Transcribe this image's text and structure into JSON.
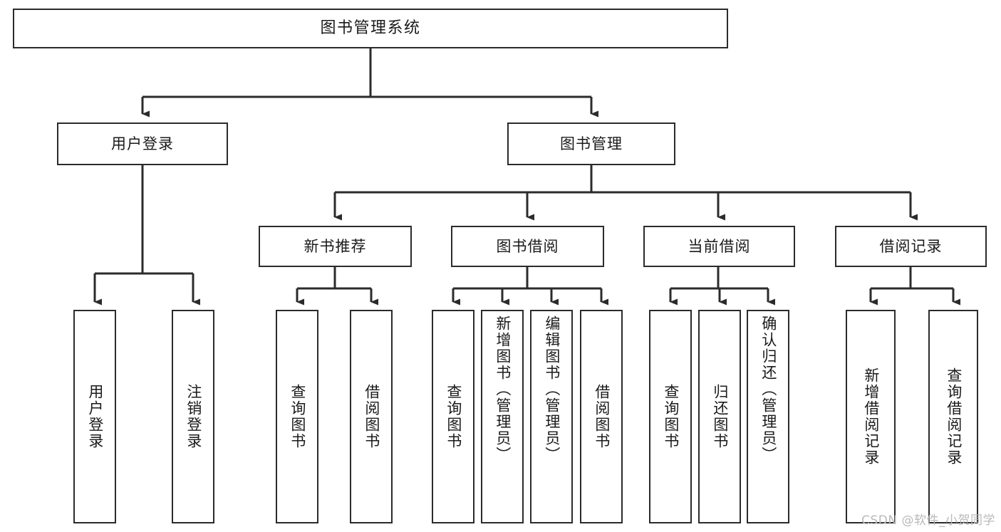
{
  "diagram": {
    "type": "tree",
    "title": "图书管理系统",
    "colors": {
      "background": "#ffffff",
      "node_border": "#2b2b2b",
      "node_fill": "#ffffff",
      "edge": "#2b2b2b",
      "text": "#1a1a1a",
      "watermark": "#b9b9b9"
    },
    "root": {
      "label": "图书管理系统"
    },
    "level1": [
      {
        "id": "user-login",
        "label": "用户登录"
      },
      {
        "id": "book-manage",
        "label": "图书管理"
      }
    ],
    "level2": [
      {
        "id": "new-book-recommend",
        "label": "新书推荐",
        "parent": "book-manage"
      },
      {
        "id": "book-borrow",
        "label": "图书借阅",
        "parent": "book-manage"
      },
      {
        "id": "current-borrow",
        "label": "当前借阅",
        "parent": "book-manage"
      },
      {
        "id": "borrow-record",
        "label": "借阅记录",
        "parent": "book-manage"
      }
    ],
    "leaves": [
      {
        "id": "leaf-user-login",
        "label": "用户登录",
        "parent": "user-login"
      },
      {
        "id": "leaf-user-logout",
        "label": "注销登录",
        "parent": "user-login"
      },
      {
        "id": "leaf-query-book-1",
        "label": "查询图书",
        "parent": "new-book-recommend"
      },
      {
        "id": "leaf-borrow-book-1",
        "label": "借阅图书",
        "parent": "new-book-recommend"
      },
      {
        "id": "leaf-query-book-2",
        "label": "查询图书",
        "parent": "book-borrow"
      },
      {
        "id": "leaf-add-book",
        "label": "新增图书（管理员）",
        "parent": "book-borrow"
      },
      {
        "id": "leaf-edit-book",
        "label": "编辑图书（管理员）",
        "parent": "book-borrow"
      },
      {
        "id": "leaf-borrow-book-2",
        "label": "借阅图书",
        "parent": "book-borrow"
      },
      {
        "id": "leaf-query-book-3",
        "label": "查询图书",
        "parent": "current-borrow"
      },
      {
        "id": "leaf-return-book",
        "label": "归还图书",
        "parent": "current-borrow"
      },
      {
        "id": "leaf-confirm-return",
        "label": "确认归还（管理员）",
        "parent": "current-borrow"
      },
      {
        "id": "leaf-add-record",
        "label": "新增借阅记录",
        "parent": "borrow-record"
      },
      {
        "id": "leaf-query-record",
        "label": "查询借阅记录",
        "parent": "borrow-record"
      }
    ],
    "watermark": "CSDN @软件_小贺同学"
  }
}
